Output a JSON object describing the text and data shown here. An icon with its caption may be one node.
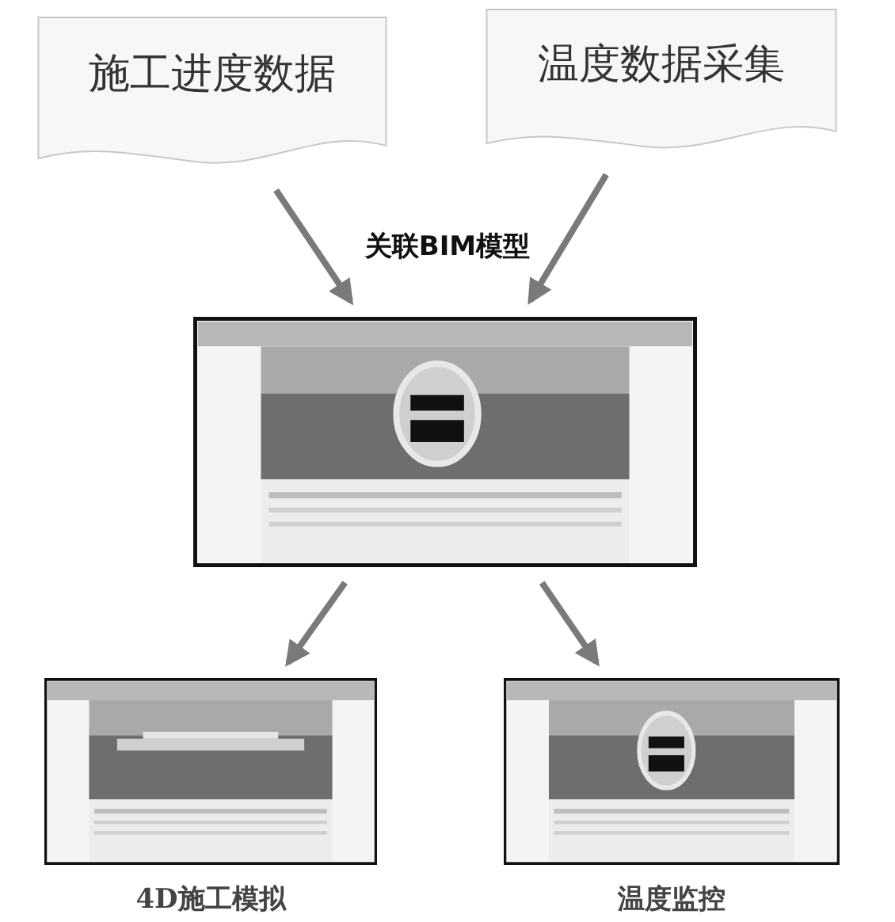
{
  "diagram": {
    "nodes": [
      {
        "text": [
          "施工进度数据"
        ]
      },
      {
        "text": [
          "温度数据采集"
        ]
      },
      {
        "text": [],
        "shape": "picture"
      },
      {
        "text": [],
        "shape": "picture",
        "beside": [
          "4D施工模拟"
        ]
      },
      {
        "text": [],
        "shape": "picture",
        "beside": [
          "温度监控"
        ]
      }
    ],
    "edges": [
      {
        "from": 0,
        "to": 2,
        "arrow": "to"
      },
      {
        "from": 1,
        "to": 2,
        "arrow": "to"
      },
      {
        "from": 2,
        "to": 3,
        "arrow": "to"
      },
      {
        "from": 2,
        "to": 4,
        "arrow": "to"
      }
    ],
    "labels": [
      "关联BIM模型"
    ]
  }
}
